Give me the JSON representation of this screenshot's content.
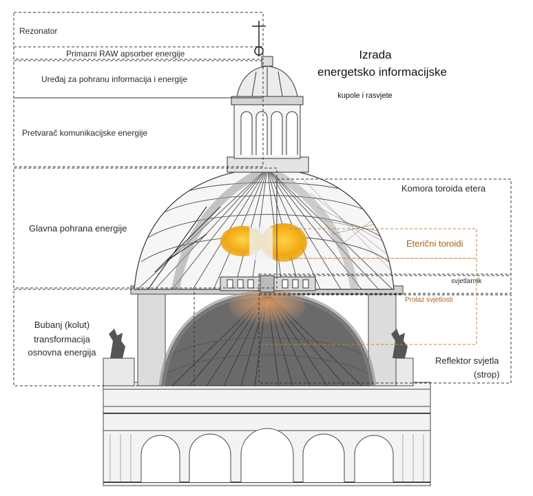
{
  "title": {
    "line1": "Izrada",
    "line2": "energetsko informacijske",
    "line3": "kupole i rasvjete"
  },
  "labels": {
    "rezonator": "Rezonator",
    "primarni": "Primarni RAW apsorber energije",
    "uredaj": "Uređaj za pohranu informacija i energije",
    "pretvarac": "Pretvarač komunikacijske energije",
    "glavna": "Glavna pohrana energije",
    "komora": "Komora toroida etera",
    "etericni": "Eterični toroidi",
    "svjetlarnik": "svjetlarnik",
    "prolaz": "Prolaz svjetlosti",
    "bubanj1": "Bubanj (kolut)",
    "bubanj2": "transformacija",
    "bubanj3": "osnovna energija",
    "reflektor1": "Reflektor svjetla",
    "reflektor2": "(strop)"
  },
  "colors": {
    "line": "#333333",
    "orange_line": "#b8864c",
    "toroid": "#f2b21a",
    "light": "#e8a060"
  }
}
